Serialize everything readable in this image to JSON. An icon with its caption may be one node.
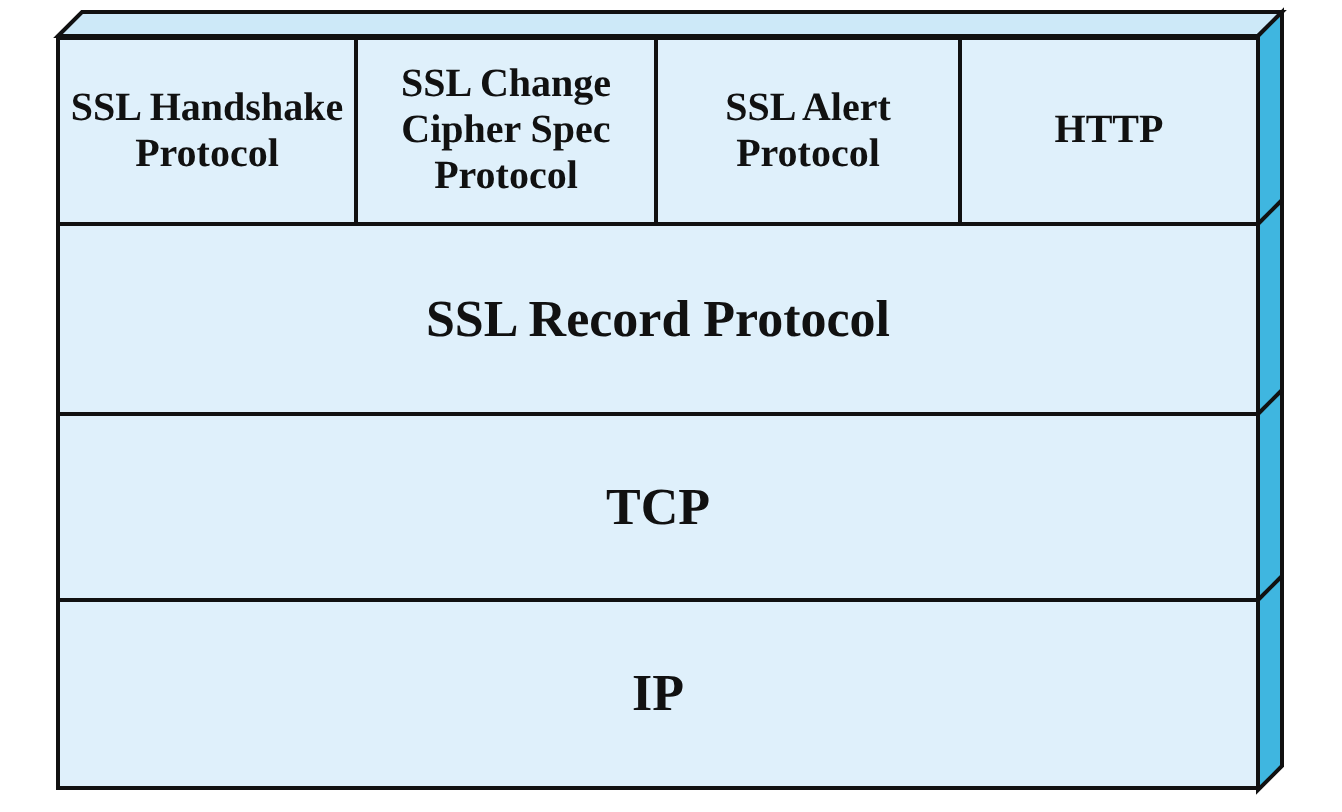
{
  "diagram": {
    "nodes": [
      {
        "text": [
          "SSL Handshake Protocol"
        ]
      },
      {
        "text": [
          "SSL Change Cipher Spec Protocol"
        ]
      },
      {
        "text": [
          "SSL Alert Protocol"
        ]
      },
      {
        "text": [
          "HTTP"
        ]
      },
      {
        "text": [
          "SSL Record Protocol"
        ]
      },
      {
        "text": [
          "TCP"
        ]
      },
      {
        "text": [
          "IP"
        ]
      }
    ]
  }
}
